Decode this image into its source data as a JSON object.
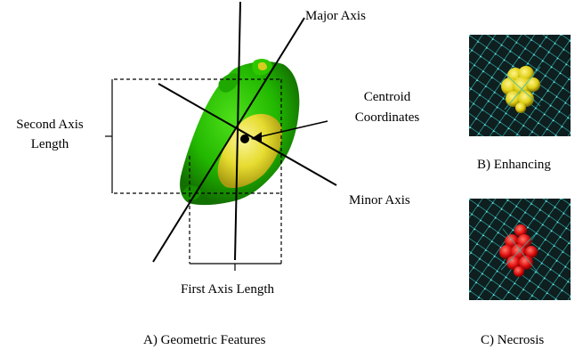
{
  "figure": {
    "panel_a": {
      "caption": "A) Geometric Features",
      "labels": {
        "major_axis": "Major Axis",
        "minor_axis": "Minor Axis",
        "centroid_line1": "Centroid",
        "centroid_line2": "Coordinates",
        "second_axis_line1": "Second Axis",
        "second_axis_line2": "Length",
        "first_axis": "First Axis Length"
      },
      "colors": {
        "edema": "#22bb00",
        "enhancing": "#e6e030",
        "axes": "#000000"
      }
    },
    "panel_b": {
      "caption": "B) Enhancing",
      "color": "#e8d81c"
    },
    "panel_c": {
      "caption": "C) Necrosis",
      "color": "#e01010"
    }
  }
}
